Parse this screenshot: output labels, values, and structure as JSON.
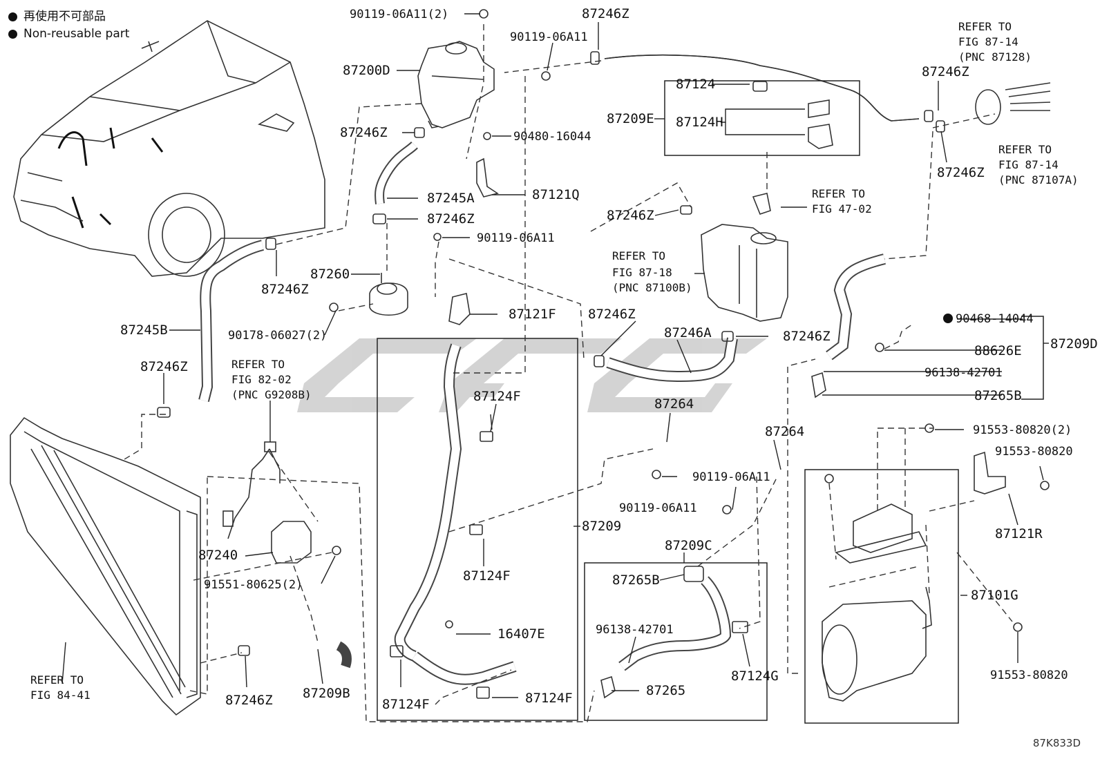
{
  "legend": {
    "marker_icon": "filled-circle",
    "line_jp": "再使用不可部品",
    "line_en": "Non-reusable part"
  },
  "diagram_code": "87K833D",
  "watermark_text": "CFC",
  "labels": {
    "l_90119_06A11x2": "90119-06A11(2)",
    "l_87246Z_top": "87246Z",
    "l_90119_06A11_a": "90119-06A11",
    "l_87200D": "87200D",
    "l_87246Z_b": "87246Z",
    "l_90480_16044": "90480-16044",
    "l_87245A": "87245A",
    "l_87121Q": "87121Q",
    "l_87246Z_c": "87246Z",
    "l_90119_06A11_b": "90119-06A11",
    "l_87260": "87260",
    "l_87246Z_d": "87246Z",
    "l_90178_06027x2": "90178-06027(2)",
    "l_87121F": "87121F",
    "l_87245B": "87245B",
    "l_87246Z_e": "87246Z",
    "l_87124": "87124",
    "l_87209E": "87209E",
    "l_87124H": "87124H",
    "l_87246Z_f": "87246Z",
    "l_87246Z_g": "87246Z",
    "l_87246Z_h": "87246Z",
    "l_87246A": "87246A",
    "l_87246Z_i": "87246Z",
    "l_87246Z_j": "87246Z",
    "l_90468_14044": "90468-14044",
    "l_87209D": "87209D",
    "l_88626E": "88626E",
    "l_96138_42701_a": "96138-42701",
    "l_87265B_a": "87265B",
    "l_87124F_a": "87124F",
    "l_87264_a": "87264",
    "l_87264_b": "87264",
    "l_90119_06A11_c": "90119-06A11",
    "l_90119_06A11_d": "90119-06A11",
    "l_87209": "87209",
    "l_87209C": "87209C",
    "l_87265B_b": "87265B",
    "l_96138_42701_b": "96138-42701",
    "l_87124G": "87124G",
    "l_87265": "87265",
    "l_87124F_b": "87124F",
    "l_16407E": "16407E",
    "l_87124F_c": "87124F",
    "l_87124F_d": "87124F",
    "l_87240": "87240",
    "l_91551_80625x2": "91551-80625(2)",
    "l_87209B": "87209B",
    "l_87246Z_k": "87246Z",
    "l_91553_80820x2": "91553-80820(2)",
    "l_91553_80820_a": "91553-80820",
    "l_87121R": "87121R",
    "l_87101G": "87101G",
    "l_91553_80820_b": "91553-80820"
  },
  "refer_notes": {
    "r1_l1": "REFER TO",
    "r1_l2": "FIG 87-14",
    "r1_l3": "(PNC 87128)",
    "r2_l1": "REFER TO",
    "r2_l2": "FIG 87-14",
    "r2_l3": "(PNC 87107A)",
    "r3_l1": "REFER TO",
    "r3_l2": "FIG 47-02",
    "r4_l1": "REFER TO",
    "r4_l2": "FIG 87-18",
    "r4_l3": "(PNC 87100B)",
    "r5_l1": "REFER TO",
    "r5_l2": "FIG 82-02",
    "r5_l3": "(PNC G9208B)",
    "r6_l1": "REFER TO",
    "r6_l2": "FIG 84-41"
  }
}
